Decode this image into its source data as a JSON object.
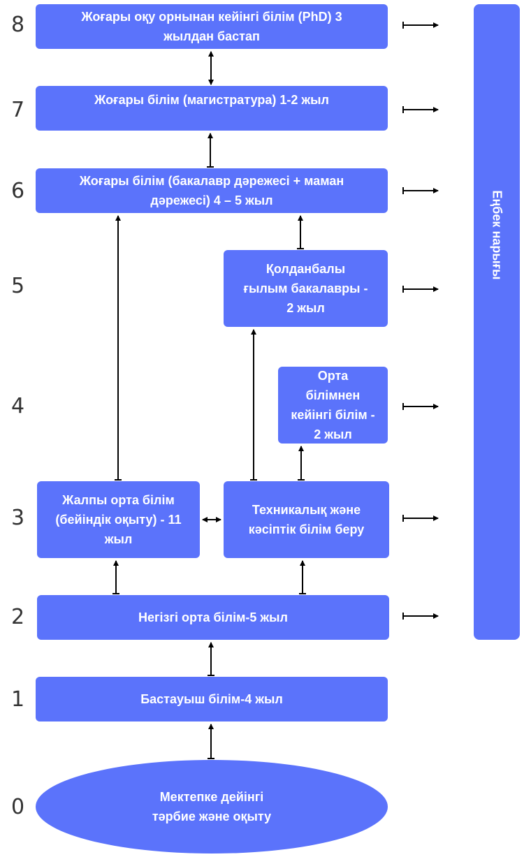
{
  "levels": [
    "0",
    "1",
    "2",
    "3",
    "4",
    "5",
    "6",
    "7",
    "8"
  ],
  "boxes": {
    "phd": "Жоғары оқу орнынан кейінгі білім (PhD) 3\nжылдан бастап",
    "masters": "Жоғары білім (магистратура) 1-2 жыл",
    "bachelor": "Жоғары білім (бакалавр дәрежесі + маман\nдәрежесі) 4 – 5 жыл",
    "applied_bachelor": "Қолданбалы\nғылым бакалавры -\n2 жыл",
    "post_secondary": "Орта\nбілімнен\nкейінгі білім -\n2 жыл",
    "general_secondary": "Жалпы орта білім\n(бейіндік оқыту) - 11\nжыл",
    "technical_vocational": "Техникалық және\nкәсіптік білім беру",
    "basic_secondary": "Негізгі орта білім-5 жыл",
    "primary": "Бастауыш білім-4 жыл",
    "preschool": "Мектепке дейінгі\nтәрбие және оқыту"
  },
  "labour_market": "Еңбек нарығы",
  "colors": {
    "box": "#5b73fb",
    "arrow": "#000000",
    "text": "#ffffff"
  }
}
